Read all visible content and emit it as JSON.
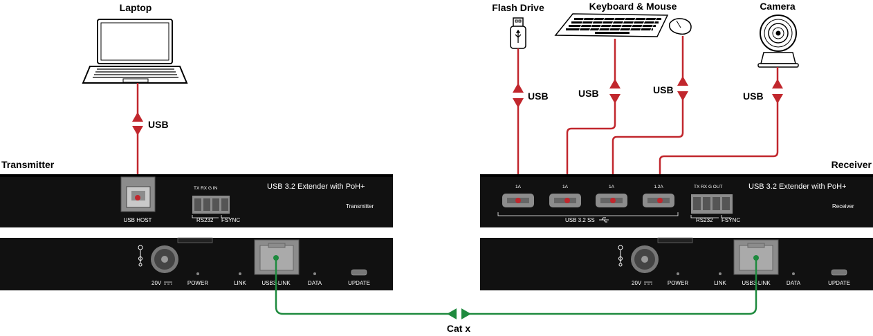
{
  "devices": {
    "laptop": "Laptop",
    "flash_drive": "Flash Drive",
    "keyboard_mouse": "Keyboard & Mouse",
    "camera": "Camera"
  },
  "units": {
    "transmitter_label": "Transmitter",
    "receiver_label": "Receiver",
    "product_name": "USB 3.2 Extender with PoH+",
    "tx_subtitle": "Transmitter",
    "rx_subtitle": "Receiver"
  },
  "connections": {
    "usb": "USB",
    "cat": "Cat x"
  },
  "tx_front": {
    "usb_host": "USB HOST",
    "rs232_pins": "TX RX  G   IN",
    "rs232": "RS232",
    "fsync": "FSYNC"
  },
  "rx_front": {
    "port_labels": [
      "1A",
      "1A",
      "1A",
      "1.2A"
    ],
    "usb_group": "USB 3.2 SS",
    "rs232_pins": "TX RX  G  OUT",
    "rs232": "RS232",
    "fsync": "FSYNC"
  },
  "back_panel": {
    "power_in": "20V",
    "power_led": "POWER",
    "link_led": "LINK",
    "usb3_link": "USB3-LINK",
    "data_led": "DATA",
    "update": "UPDATE"
  },
  "colors": {
    "usb_cable": "#c1272d",
    "cat_cable": "#1e8a3e",
    "chassis": "#111111",
    "port_gray": "#8c8c8c"
  }
}
